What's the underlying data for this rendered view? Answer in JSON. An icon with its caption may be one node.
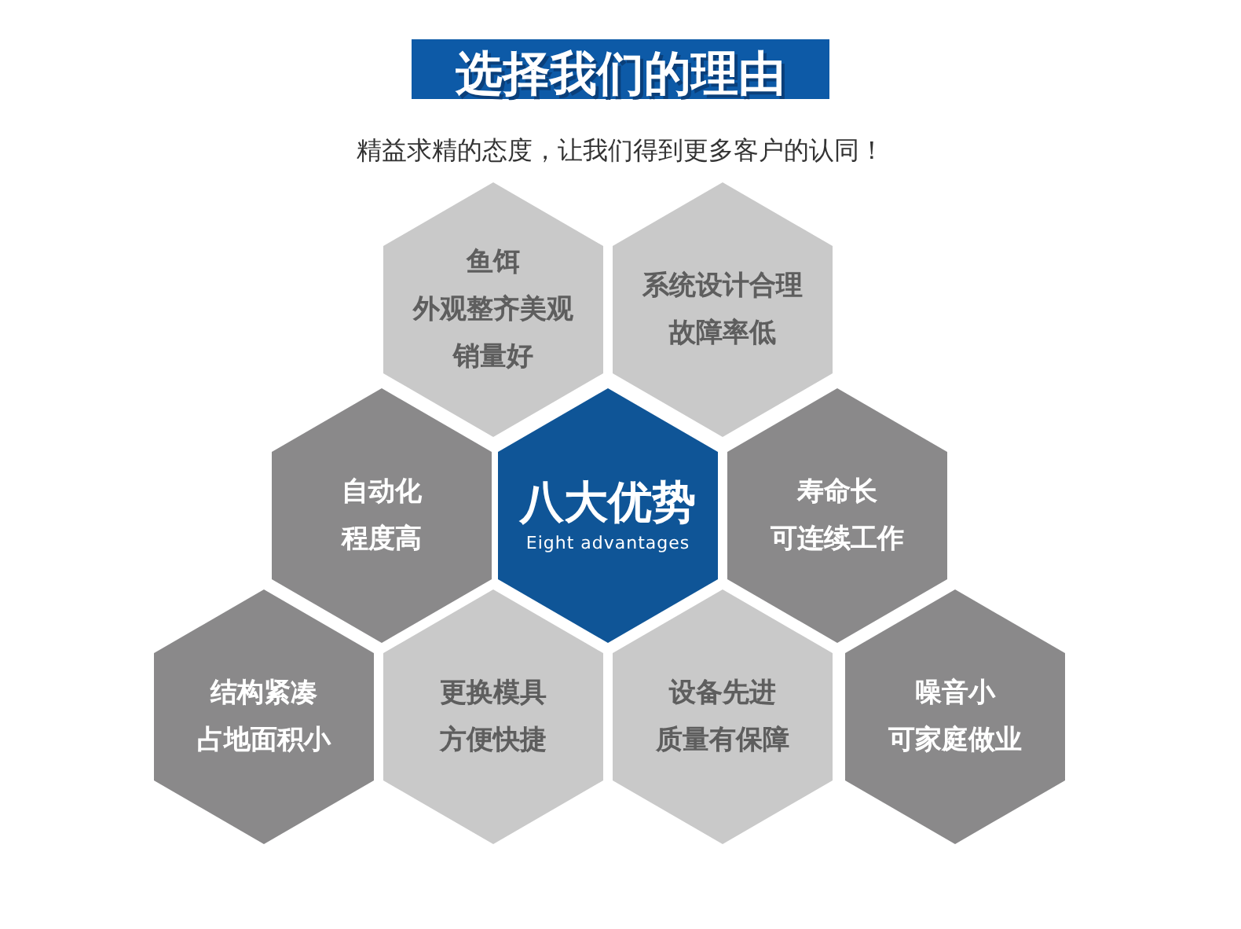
{
  "diagram": {
    "title": "选择我们的理由",
    "nodes": [
      {
        "text": [
          "鱼饵",
          "外观整齐美观",
          "销量好"
        ]
      },
      {
        "text": [
          "系统设计合理",
          "故障率低"
        ]
      },
      {
        "text": [
          "自动化",
          "程度高"
        ]
      },
      {
        "text": [
          "八大优势",
          "Eight advantages"
        ]
      },
      {
        "text": [
          "寿命长",
          "可连续工作"
        ]
      },
      {
        "text": [
          "结构紧凑",
          "占地面积小"
        ]
      },
      {
        "text": [
          "更换模具",
          "方便快捷"
        ]
      },
      {
        "text": [
          "设备先进",
          "质量有保障"
        ]
      },
      {
        "text": [
          "噪音小",
          "可家庭做业"
        ]
      }
    ],
    "labels": [
      "精益求精的态度，让我们得到更多客户的认同！"
    ]
  }
}
